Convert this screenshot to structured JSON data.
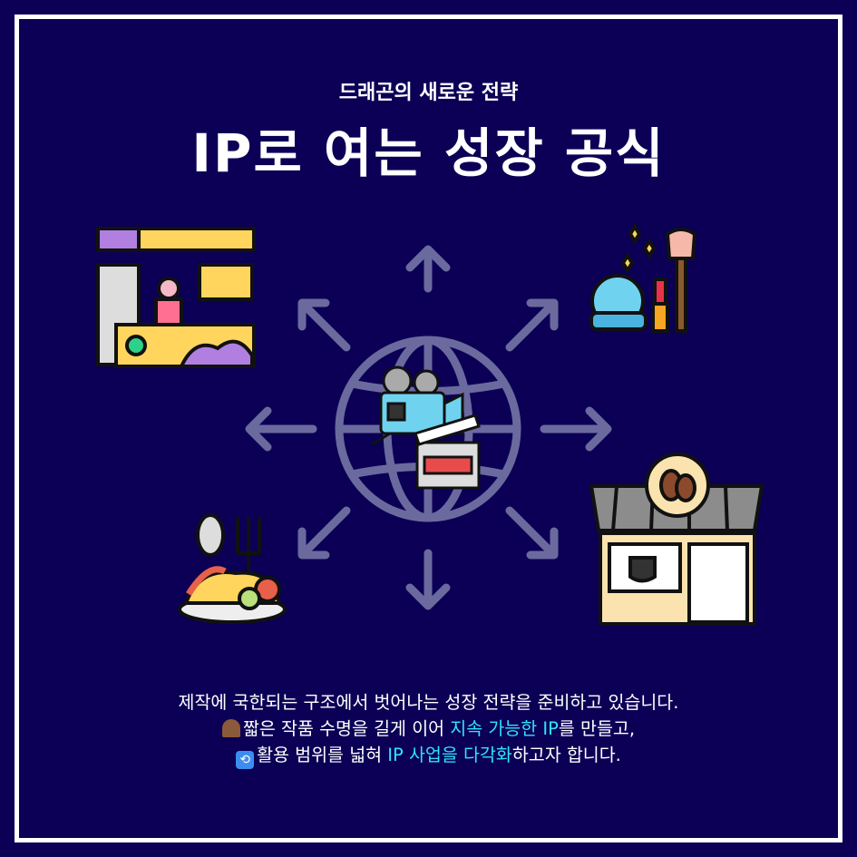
{
  "header": {
    "subtitle": "드래곤의 새로운 전략",
    "title": "IP로 여는 성장 공식"
  },
  "description": {
    "line1": "제작에 국한되는 구조에서 벗어나는 성장 전략을 준비하고 있습니다.",
    "line2_icon": "mantelpiece-clock-icon",
    "line2_a": "짧은 작품 수명을 길게 이어 ",
    "line2_hl": "지속 가능한 IP",
    "line2_b": "를 만들고,",
    "line3_icon": "repeat-icon",
    "line3_a": "활용 범위를 넓혀 ",
    "line3_hl": "IP 사업을 다각화",
    "line3_b": "하고자 합니다."
  },
  "colors": {
    "background": "#0b0055",
    "highlight": "#2fe3ff",
    "globe": "#6b6a9e"
  }
}
